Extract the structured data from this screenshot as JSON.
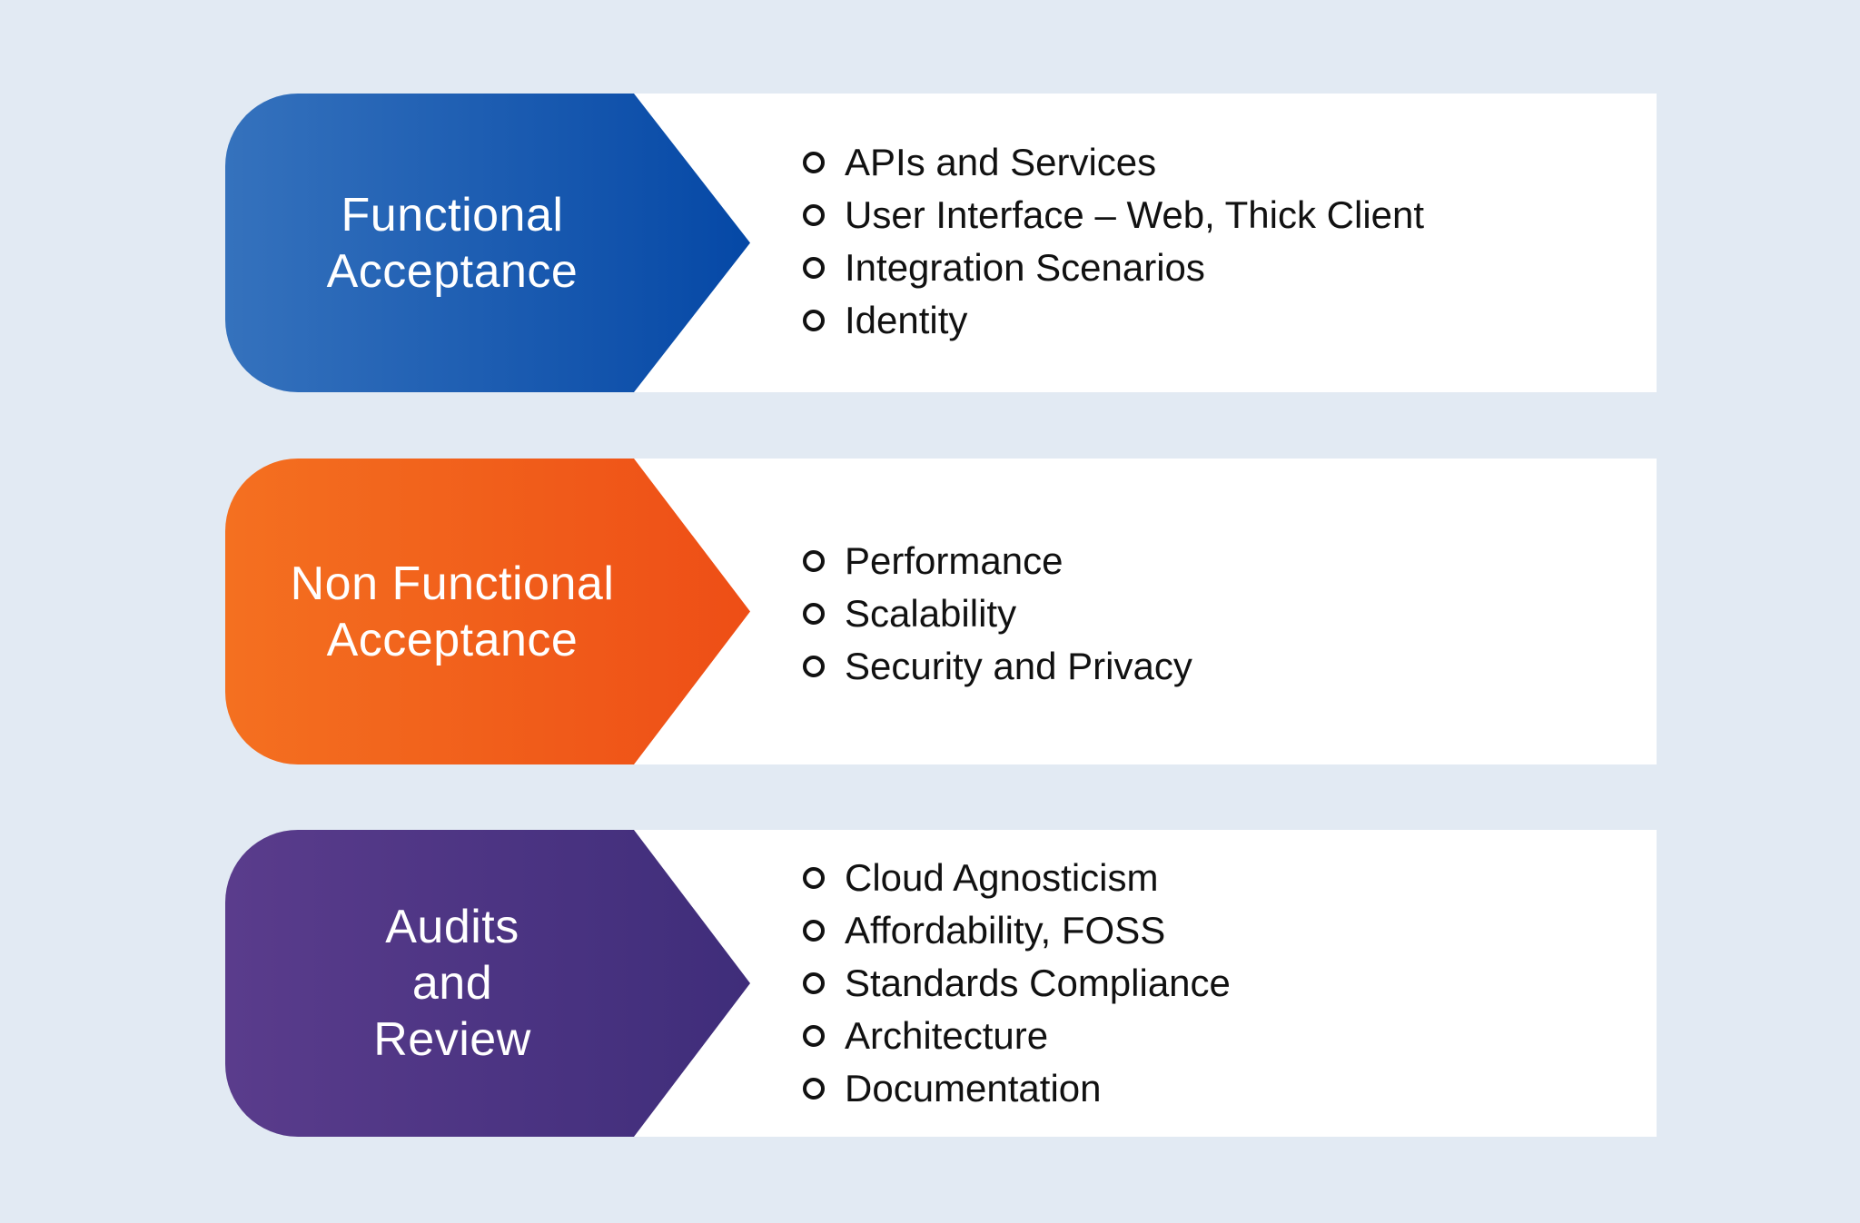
{
  "sections": [
    {
      "title_lines": [
        "Functional",
        "Acceptance"
      ],
      "gradient": [
        "#3572bd",
        "#0548a6"
      ],
      "items": [
        "APIs and Services",
        "User Interface – Web, Thick Client",
        "Integration Scenarios",
        "Identity"
      ]
    },
    {
      "title_lines": [
        "Non Functional",
        "Acceptance"
      ],
      "gradient": [
        "#f47020",
        "#ee4e16"
      ],
      "items": [
        "Performance",
        "Scalability",
        "Security and Privacy"
      ]
    },
    {
      "title_lines": [
        "Audits",
        "and",
        "Review"
      ],
      "gradient": [
        "#5a3c8c",
        "#3f2d7a"
      ],
      "items": [
        "Cloud Agnosticism",
        "Affordability, FOSS",
        "Standards Compliance",
        "Architecture",
        "Documentation"
      ]
    }
  ],
  "colors": {
    "background": "#e2eaf3",
    "panel": "#ffffff",
    "text": "#111111"
  }
}
